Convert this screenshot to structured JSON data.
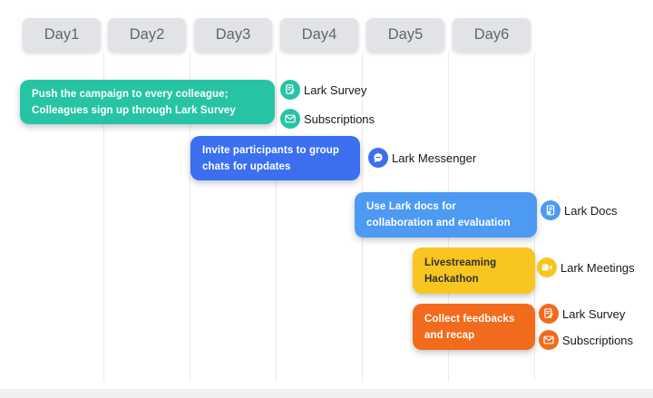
{
  "days": [
    "Day1",
    "Day2",
    "Day3",
    "Day4",
    "Day5",
    "Day6"
  ],
  "tasks": [
    {
      "text": "Push the campaign to every colleague;\nColleagues sign up through Lark Survey",
      "color": "#27c4a4",
      "text_color": "#ffffff"
    },
    {
      "text": "Invite participants to group\nchats for updates",
      "color": "#3b6ff0",
      "text_color": "#ffffff"
    },
    {
      "text": "Use Lark docs for\ncollaboration and evaluation",
      "color": "#4d9af3",
      "text_color": "#ffffff"
    },
    {
      "text": "Livestreaming\nHackathon",
      "color": "#f8c61e",
      "text_color": "#2f3037"
    },
    {
      "text": "Collect feedbacks\nand recap",
      "color": "#f26b1c",
      "text_color": "#ffffff"
    }
  ],
  "tools": [
    {
      "label": "Lark Survey",
      "icon": "survey-icon",
      "color": "#27c4a4"
    },
    {
      "label": "Subscriptions",
      "icon": "subscriptions-icon",
      "color": "#27c4a4"
    },
    {
      "label": "Lark Messenger",
      "icon": "messenger-icon",
      "color": "#3b6ff0"
    },
    {
      "label": "Lark Docs",
      "icon": "docs-icon",
      "color": "#4d9af3"
    },
    {
      "label": "Lark Meetings",
      "icon": "meetings-icon",
      "color": "#f8c61e"
    },
    {
      "label": "Lark Survey",
      "icon": "survey-icon",
      "color": "#f26b1c"
    },
    {
      "label": "Subscriptions",
      "icon": "subscriptions-icon",
      "color": "#f26b1c"
    }
  ],
  "colors": {
    "teal": "#27c4a4",
    "blue": "#3b6ff0",
    "light_blue": "#4d9af3",
    "yellow": "#f8c61e",
    "orange": "#f26b1c",
    "tab_bg": "#e2e3e7",
    "tab_text": "#5f6571",
    "grid_line": "#ebebee",
    "footer_strip": "#f0f0f3"
  }
}
